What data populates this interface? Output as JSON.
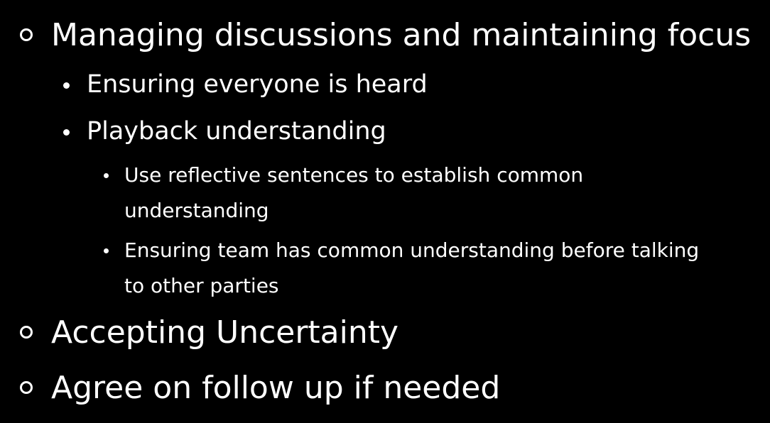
{
  "slide": {
    "bullets": [
      {
        "level": 1,
        "marker": "hollow-circle",
        "text": "Managing discussions and maintaining focus"
      },
      {
        "level": 2,
        "marker": "dot",
        "text": "Ensuring everyone is heard"
      },
      {
        "level": 2,
        "marker": "dot",
        "text": "Playback understanding"
      },
      {
        "level": 3,
        "marker": "dot",
        "lines": [
          "Use reflective sentences to establish common",
          "understanding"
        ]
      },
      {
        "level": 3,
        "marker": "dot",
        "lines": [
          "Ensuring team has common understanding before talking",
          "to other parties"
        ]
      },
      {
        "level": 1,
        "marker": "hollow-circle",
        "text": "Accepting Uncertainty"
      },
      {
        "level": 1,
        "marker": "hollow-circle",
        "text": "Agree on follow up if needed"
      }
    ]
  },
  "colors": {
    "background": "#000000",
    "text": "#ffffff"
  }
}
